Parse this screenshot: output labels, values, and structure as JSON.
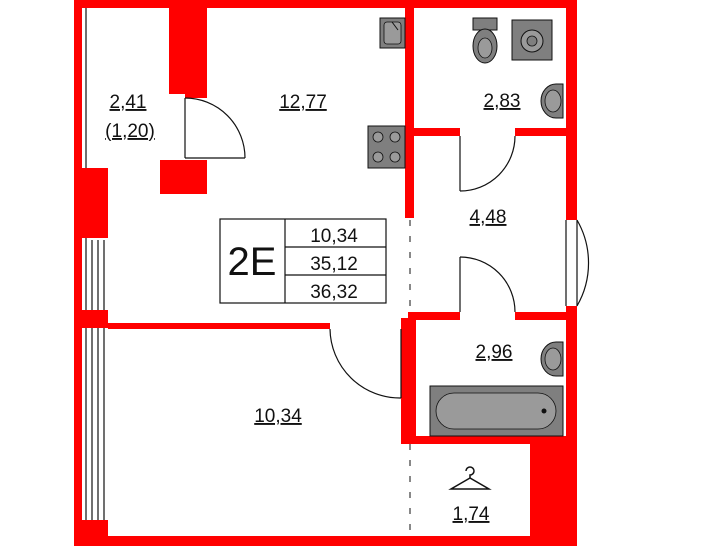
{
  "colors": {
    "wall": "#ff0000",
    "line": "#111111",
    "fixture": "#7f7f7f",
    "background": "#ffffff"
  },
  "apartment": {
    "type": "2E",
    "areas": [
      "10,34",
      "35,12",
      "36,32"
    ]
  },
  "rooms": {
    "balcony": {
      "area": "2,41",
      "area_reduced": "(1,20)"
    },
    "kitchen": {
      "area": "12,77"
    },
    "toilet": {
      "area": "2,83"
    },
    "hall": {
      "area": "4,48"
    },
    "bathroom": {
      "area": "2,96"
    },
    "bedroom": {
      "area": "10,34"
    },
    "closet": {
      "area": "1,74"
    }
  },
  "icons": [
    "sink-icon",
    "stove-icon",
    "toilet-icon",
    "washing-machine-icon",
    "washbasin-icon",
    "bathtub-icon",
    "hanger-icon"
  ]
}
